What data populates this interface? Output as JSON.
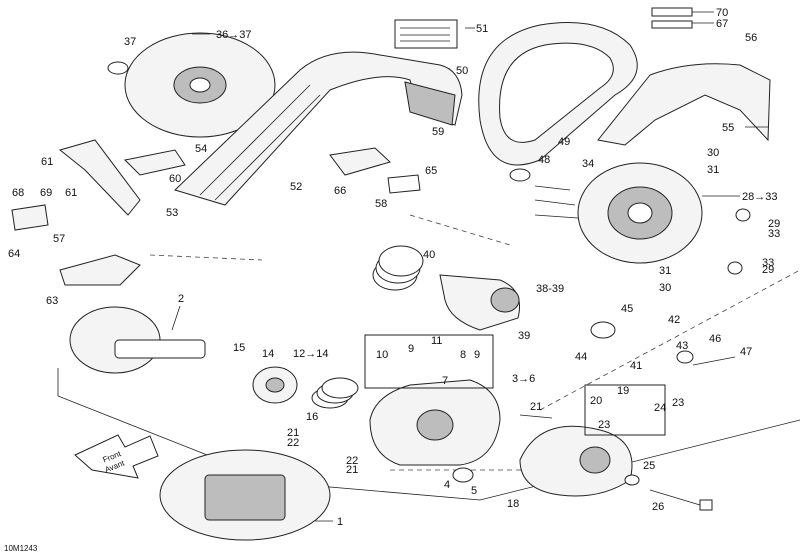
{
  "diagram": {
    "ref_code": "10M1243",
    "front_label": "Front",
    "avant_label": "Avant",
    "callouts": {
      "c1": "1",
      "c2": "2",
      "c3_6": "3→6",
      "c4": "4",
      "c5": "5",
      "c7": "7",
      "c8": "8",
      "c9a": "9",
      "c9b": "9",
      "c10": "10",
      "c11": "11",
      "c12_14": "12→14",
      "c14": "14",
      "c15": "15",
      "c16": "16",
      "c18": "18",
      "c19": "19",
      "c20": "20",
      "c21a": "21",
      "c21b": "21",
      "c21c": "21",
      "c22a": "22",
      "c22b": "22",
      "c23a": "23",
      "c23b": "23",
      "c24": "24",
      "c25": "25",
      "c26": "26",
      "c28_33": "28→33",
      "c29a": "29",
      "c29b": "29",
      "c30a": "30",
      "c30b": "30",
      "c31a": "31",
      "c31b": "31",
      "c33a": "33",
      "c33b": "33",
      "c34": "34",
      "c36_37": "36→37",
      "c37": "37",
      "c38_39": "38-39",
      "c39": "39",
      "c40": "40",
      "c41": "41",
      "c42": "42",
      "c43": "43",
      "c44": "44",
      "c45": "45",
      "c46": "46",
      "c47": "47",
      "c48": "48",
      "c49": "49",
      "c50": "50",
      "c51": "51",
      "c52": "52",
      "c53": "53",
      "c54": "54",
      "c55": "55",
      "c56": "56",
      "c57": "57",
      "c58": "58",
      "c59": "59",
      "c60": "60",
      "c61a": "61",
      "c61b": "61",
      "c63": "63",
      "c64": "64",
      "c65": "65",
      "c66": "66",
      "c67": "67",
      "c68": "68",
      "c69": "69",
      "c70": "70"
    }
  }
}
